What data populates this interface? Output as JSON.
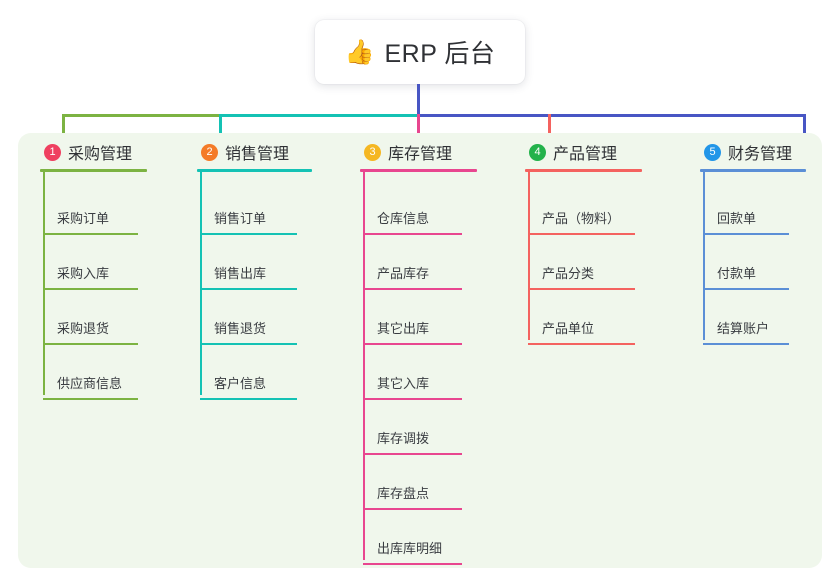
{
  "root": {
    "emoji": "👍",
    "emoji_name": "thumbs-up-icon",
    "title": "ERP 后台"
  },
  "theme": {
    "panel_background": "#f0f7ec",
    "page_background": "#ffffff",
    "root_line": "#4856c4",
    "text": "#2f3135"
  },
  "columns": [
    {
      "number": "1",
      "title": "采购管理",
      "color": "#7cb342",
      "badge_color": "#ef4060",
      "items": [
        "采购订单",
        "采购入库",
        "采购退货",
        "供应商信息"
      ]
    },
    {
      "number": "2",
      "title": "销售管理",
      "color": "#14c2b4",
      "badge_color": "#f47b28",
      "items": [
        "销售订单",
        "销售出库",
        "销售退货",
        "客户信息"
      ]
    },
    {
      "number": "3",
      "title": "库存管理",
      "color": "#e8468f",
      "badge_color": "#f5b722",
      "items": [
        "仓库信息",
        "产品库存",
        "其它出库",
        "其它入库",
        "库存调拨",
        "库存盘点",
        "出库库明细"
      ]
    },
    {
      "number": "4",
      "title": "产品管理",
      "color": "#f4625f",
      "badge_color": "#23b24b",
      "items": [
        "产品（物料）",
        "产品分类",
        "产品单位"
      ]
    },
    {
      "number": "5",
      "title": "财务管理",
      "color": "#5b8fd6",
      "badge_color": "#2296e8",
      "items": [
        "回款单",
        "付款单",
        "结算账户"
      ]
    }
  ]
}
